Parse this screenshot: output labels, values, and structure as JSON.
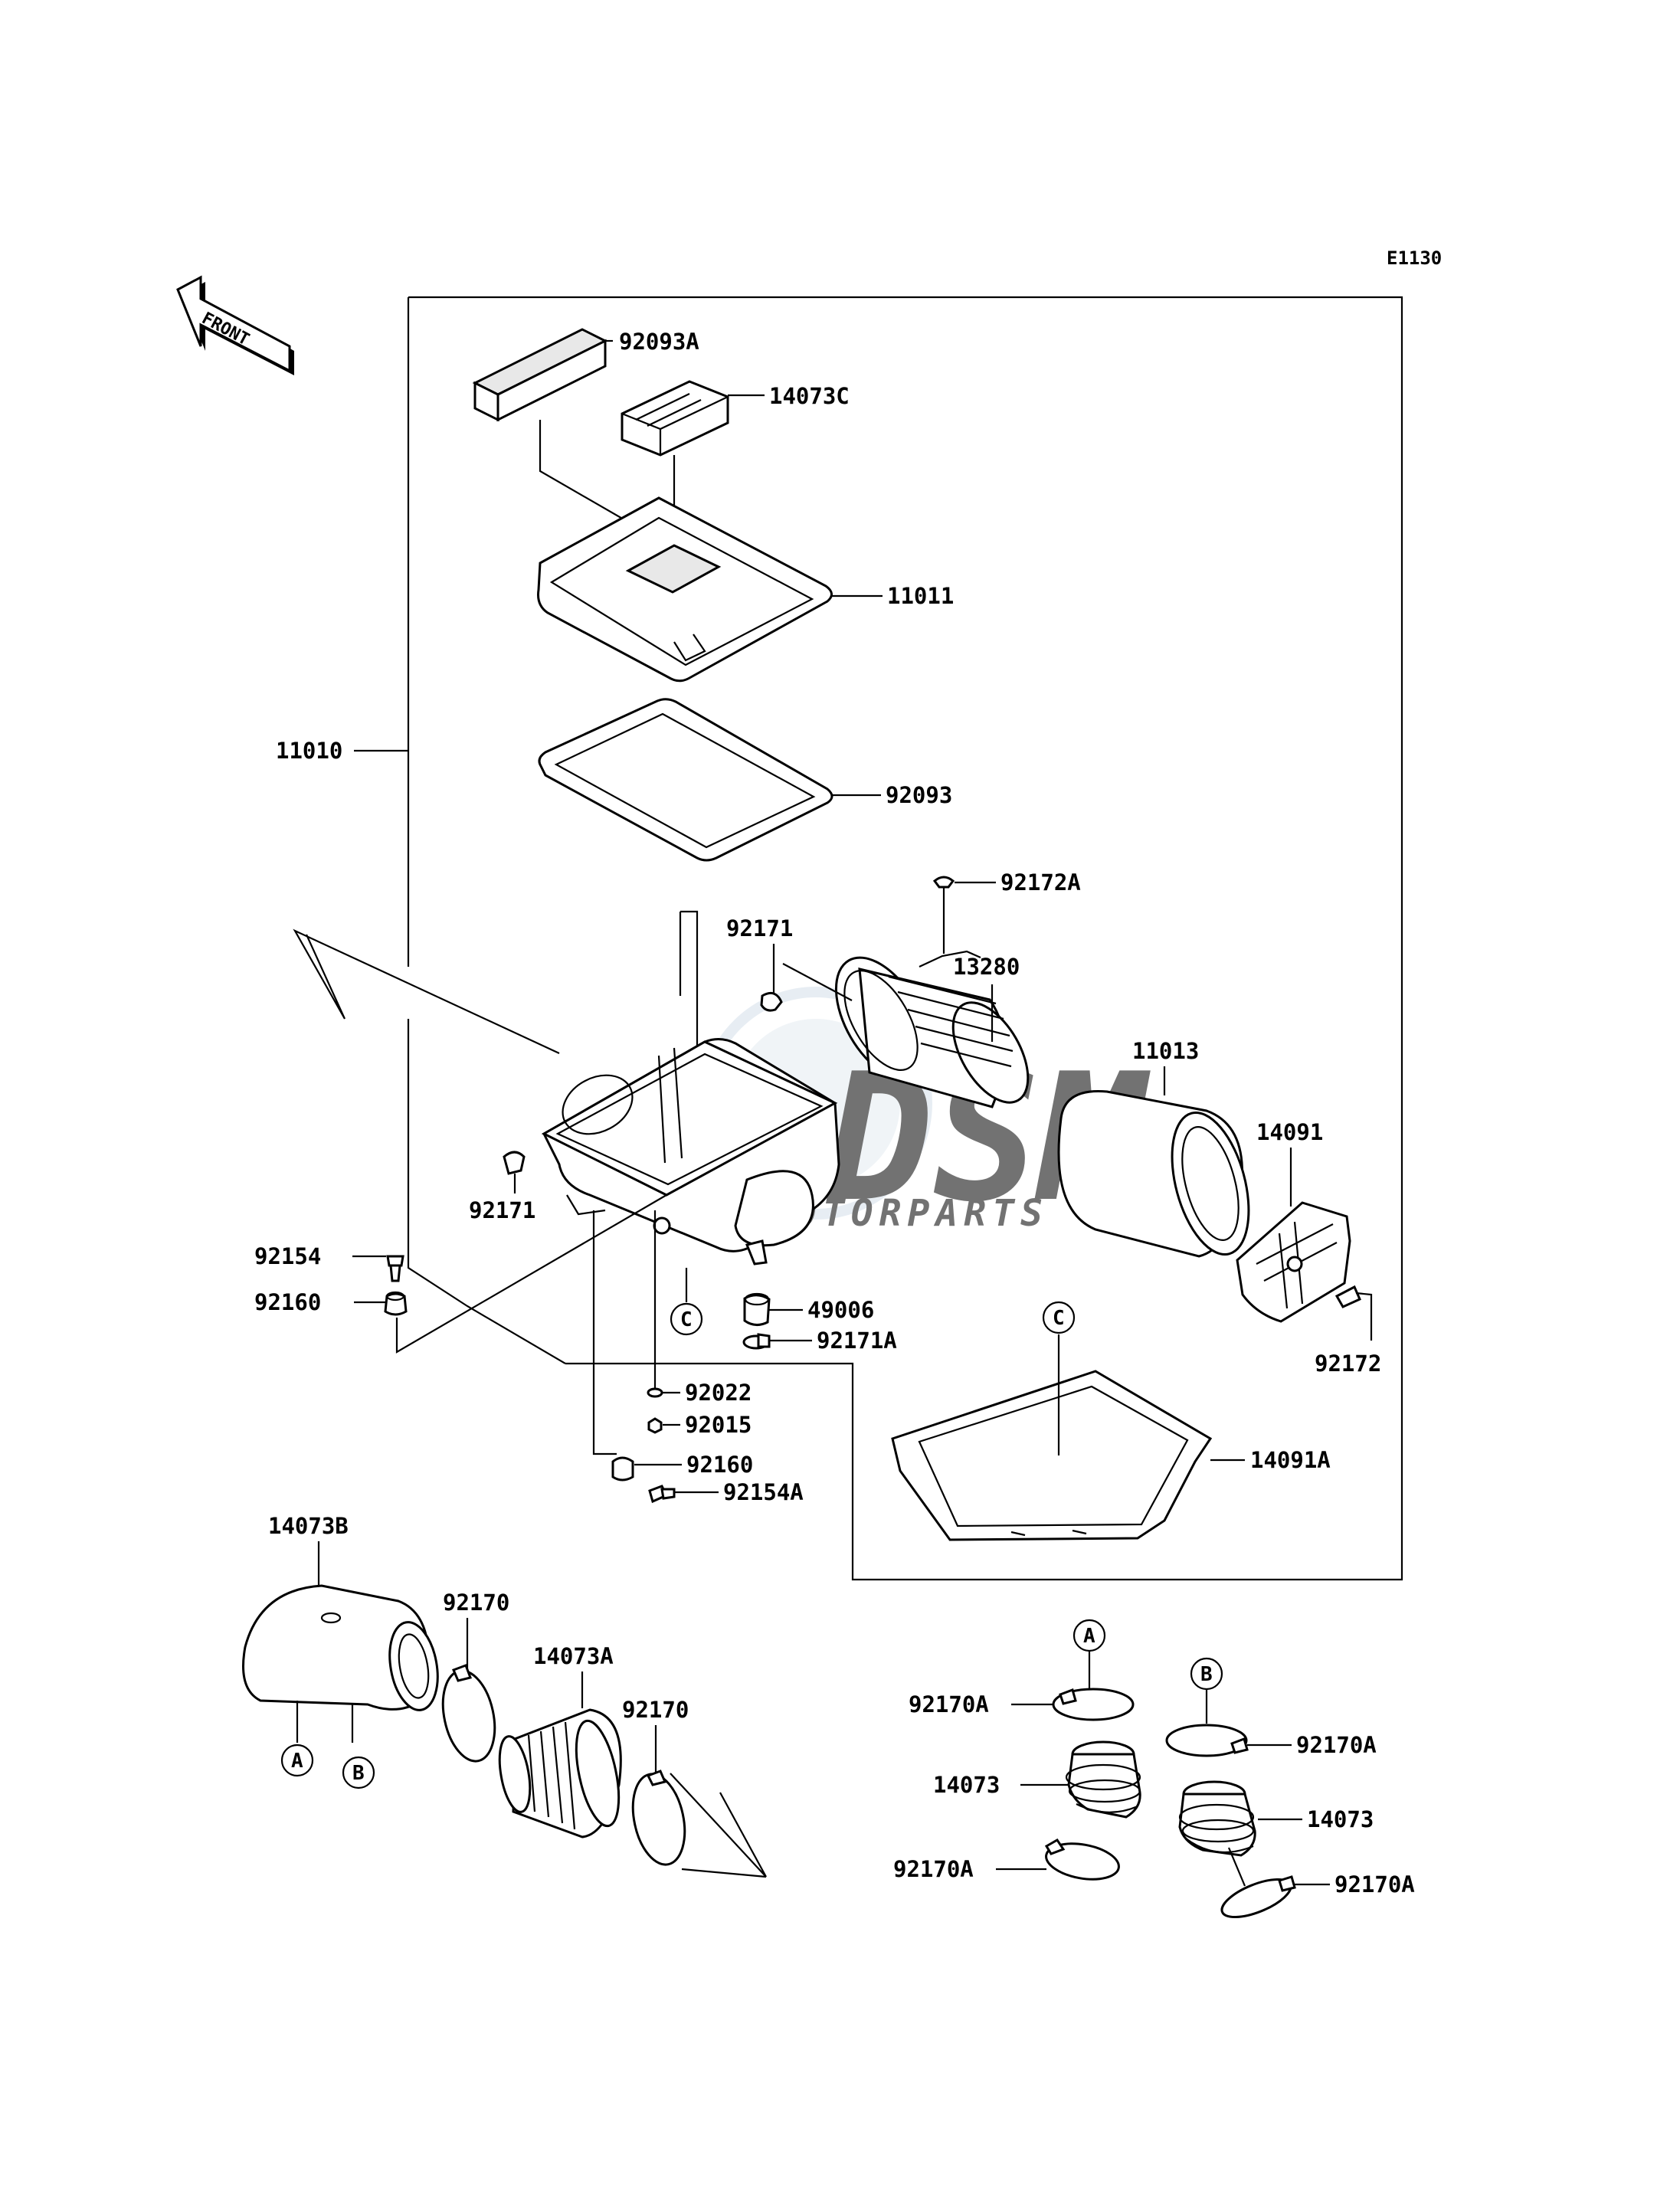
{
  "diagram_code": "E1130",
  "front_badge": "FRONT",
  "watermark": {
    "brand": "DSM",
    "subtitle": "MOTORPARTS"
  },
  "part_numbers": {
    "p92093A": "92093A",
    "p14073C": "14073C",
    "p11011": "11011",
    "p11010": "11010",
    "p92093": "92093",
    "p92172A": "92172A",
    "p92171_top": "92171",
    "p13280": "13280",
    "p11013": "11013",
    "p14091": "14091",
    "p92171_left": "92171",
    "p92154": "92154",
    "p92160_left": "92160",
    "p49006": "49006",
    "p92171A": "92171A",
    "p92172": "92172",
    "p92022": "92022",
    "p92015": "92015",
    "p14091A": "14091A",
    "p92160_low": "92160",
    "p92154A": "92154A",
    "p14073B": "14073B",
    "p92170_a": "92170",
    "p14073A": "14073A",
    "p92170_b": "92170",
    "p92170A_1": "92170A",
    "p14073_1": "14073",
    "p92170A_2": "92170A",
    "p92170A_3": "92170A",
    "p14073_2": "14073",
    "p92170A_4": "92170A"
  },
  "callouts": {
    "c_box": "C",
    "c_gasket": "C",
    "a_duct": "A",
    "b_duct": "B",
    "a_right": "A",
    "b_right": "B"
  }
}
